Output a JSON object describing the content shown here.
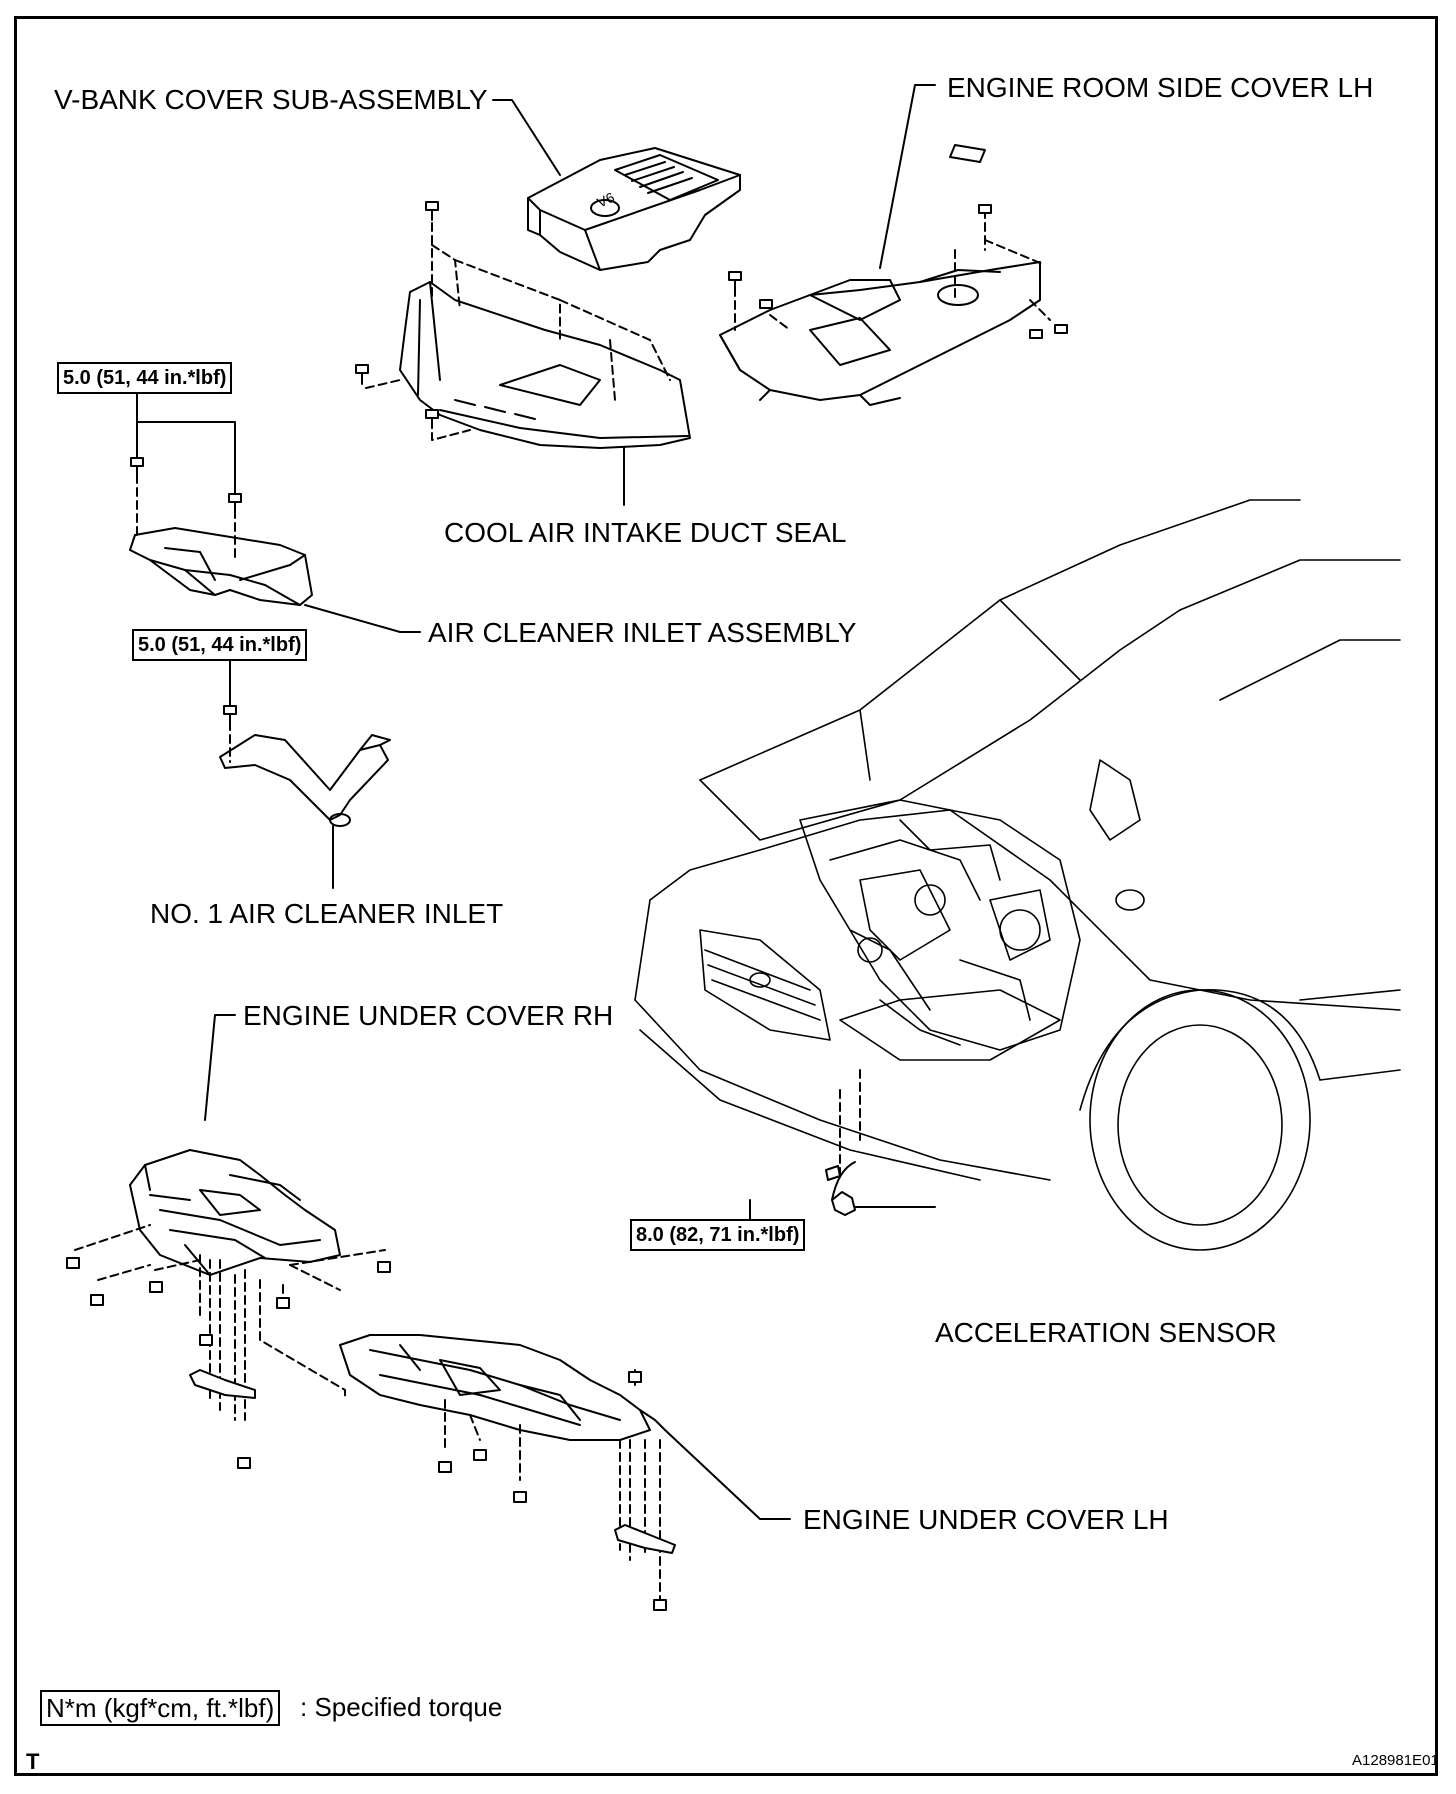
{
  "labels": {
    "v_bank_cover": "V-BANK COVER SUB-ASSEMBLY",
    "engine_room_side_cover": "ENGINE ROOM SIDE COVER LH",
    "cool_air_intake_duct_seal": "COOL AIR INTAKE DUCT SEAL",
    "air_cleaner_inlet_assembly": "AIR CLEANER INLET ASSEMBLY",
    "no1_air_cleaner_inlet": "NO. 1 AIR CLEANER INLET",
    "engine_under_cover_rh": "ENGINE UNDER COVER RH",
    "engine_under_cover_lh": "ENGINE UNDER COVER LH",
    "acceleration_sensor": "ACCELERATION SENSOR",
    "v6_emblem": "V6"
  },
  "torques": {
    "air_cleaner_inlet_assembly": "5.0 (51, 44 in.*lbf)",
    "no1_air_cleaner_inlet": "5.0 (51, 44 in.*lbf)",
    "acceleration_sensor": "8.0 (82, 71 in.*lbf)"
  },
  "legend": {
    "unit_box": "N*m (kgf*cm, ft.*lbf)",
    "description": ": Specified torque"
  },
  "footer": {
    "corner_mark": "T",
    "illustration_code": "A128981E01"
  }
}
